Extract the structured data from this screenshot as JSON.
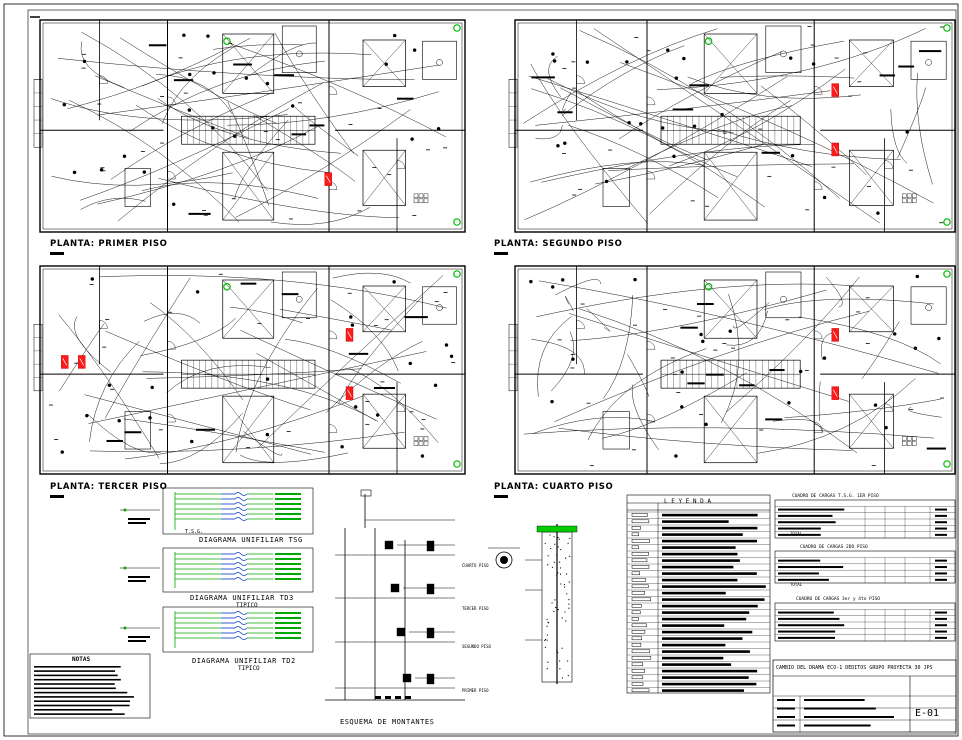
{
  "plans": [
    {
      "title": "PLANTA: PRIMER PISO"
    },
    {
      "title": "PLANTA: SEGUNDO PISO"
    },
    {
      "title": "PLANTA: TERCER PISO"
    },
    {
      "title": "PLANTA: CUARTO PISO"
    }
  ],
  "diagrams": {
    "tsg": "DIAGRAMA UNIFILIAR TSG",
    "td3_a": "DIAGRAMA UNIFILIAR TD3",
    "td3_b": "TIPICO",
    "td2_a": "DIAGRAMA UNIFILIAR TD2",
    "td2_b": "TIPICO",
    "tsg_tag": "T.S.G.",
    "esquema": "ESQUEMA DE MONTANTES",
    "floors": [
      "CUARTO PISO",
      "TERCER PISO",
      "SEGUNDO PISO",
      "PRIMER PISO"
    ]
  },
  "notes": {
    "title": "NOTAS"
  },
  "legend": {
    "title": "L E Y E N D A"
  },
  "loads": {
    "t1": "CUADRO DE CARGAS T.S.G. 1ER PISO",
    "t2": "CUADRO DE CARGAS 2DO PISO",
    "t3": "CUADRO DE CARGAS 3er y 4to PISO",
    "total1": "TOTAL",
    "total2": "TOTAL"
  },
  "titleblock": {
    "project": "CAMBIO DEL DRAMA ECO-1 DEDITOS GRUPO PROYECTA 30 JPS",
    "sheet": "E-01"
  },
  "colors": {
    "walls": "#000000",
    "switches": "#00cc00",
    "panels": "#e00000",
    "text": "#000000"
  }
}
